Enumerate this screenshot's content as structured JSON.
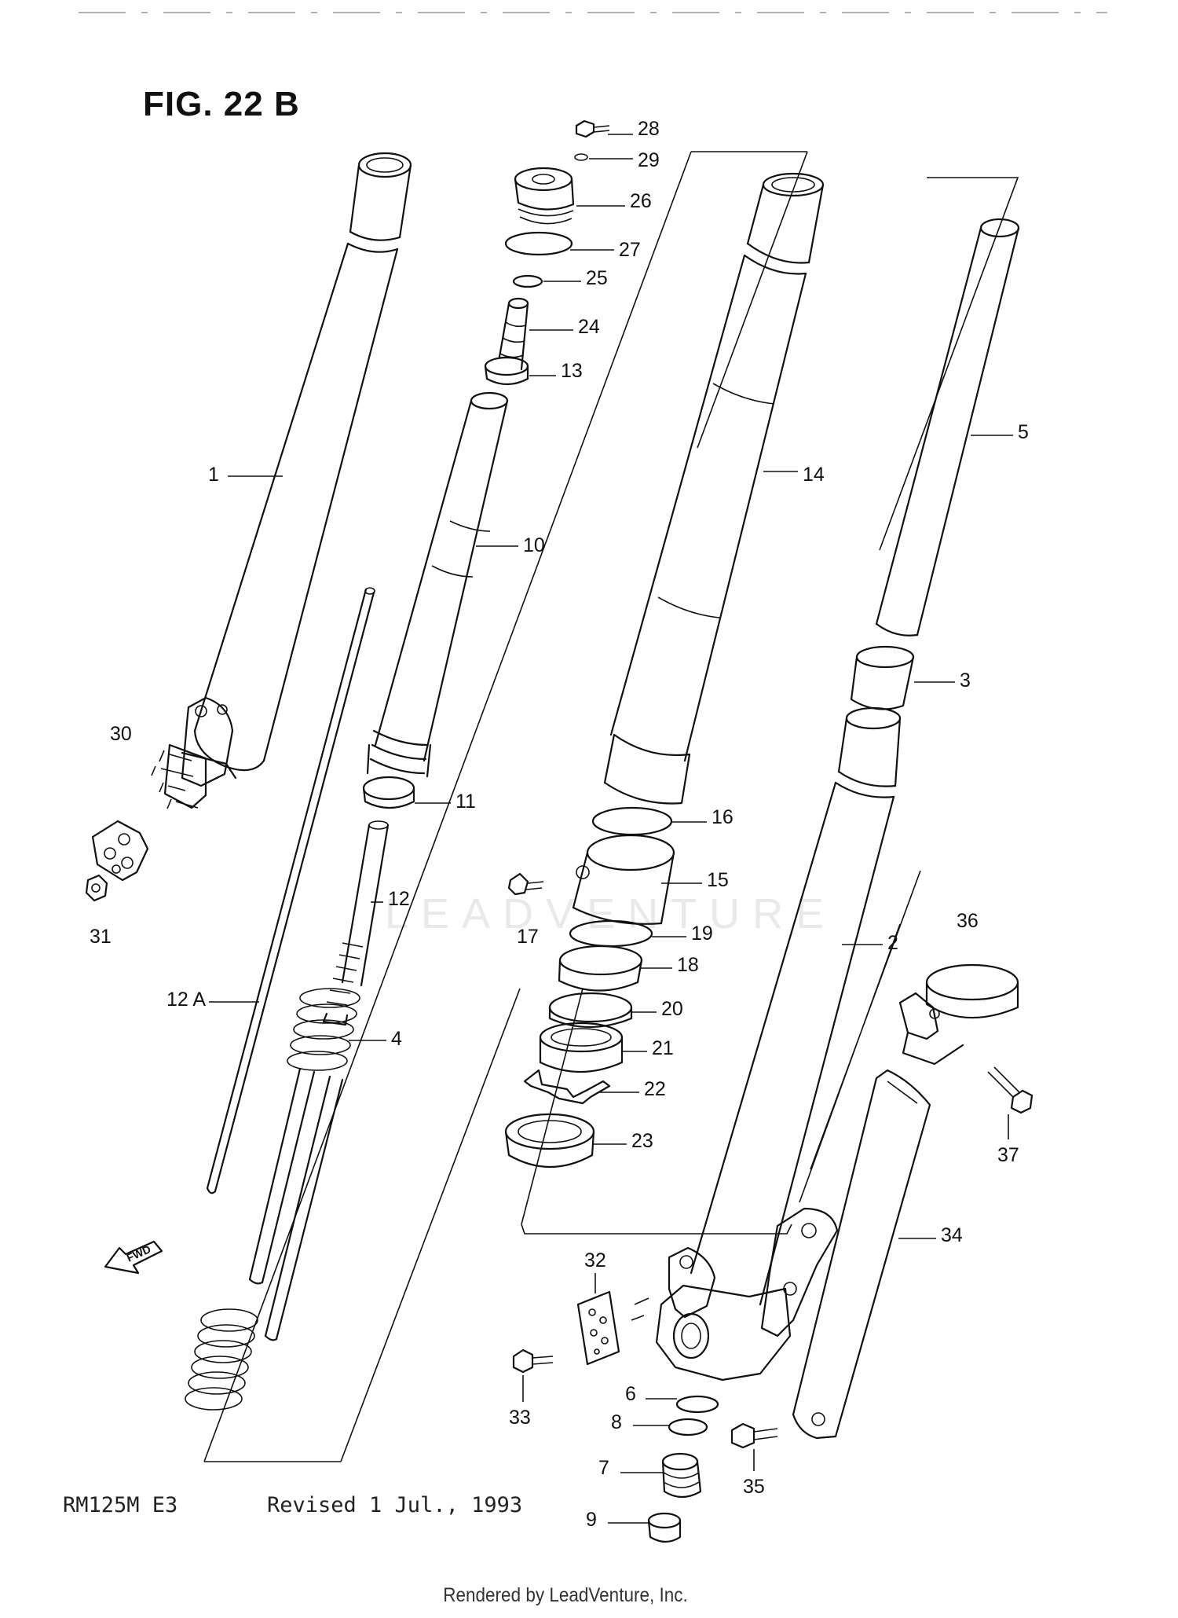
{
  "figure_title": "FIG. 22 B",
  "fwd_label": "FWD",
  "watermark": "LEADVENTURE",
  "footer": {
    "model": "RM125M E3",
    "revision": "Revised 1 Jul., 1993",
    "rendered_by": "Rendered by LeadVenture, Inc."
  },
  "callouts": [
    {
      "label": "28"
    },
    {
      "label": "29"
    },
    {
      "label": "26"
    },
    {
      "label": "27"
    },
    {
      "label": "25"
    },
    {
      "label": "24"
    },
    {
      "label": "13"
    },
    {
      "label": "1"
    },
    {
      "label": "10"
    },
    {
      "label": "14"
    },
    {
      "label": "5"
    },
    {
      "label": "3"
    },
    {
      "label": "30"
    },
    {
      "label": "11"
    },
    {
      "label": "16"
    },
    {
      "label": "15"
    },
    {
      "label": "31"
    },
    {
      "label": "12"
    },
    {
      "label": "17"
    },
    {
      "label": "19"
    },
    {
      "label": "2"
    },
    {
      "label": "36"
    },
    {
      "label": "18"
    },
    {
      "label": "12 A"
    },
    {
      "label": "20"
    },
    {
      "label": "4"
    },
    {
      "label": "21"
    },
    {
      "label": "22"
    },
    {
      "label": "37"
    },
    {
      "label": "23"
    },
    {
      "label": "34"
    },
    {
      "label": "32"
    },
    {
      "label": "33"
    },
    {
      "label": "6"
    },
    {
      "label": "8"
    },
    {
      "label": "35"
    },
    {
      "label": "7"
    },
    {
      "label": "9"
    }
  ]
}
